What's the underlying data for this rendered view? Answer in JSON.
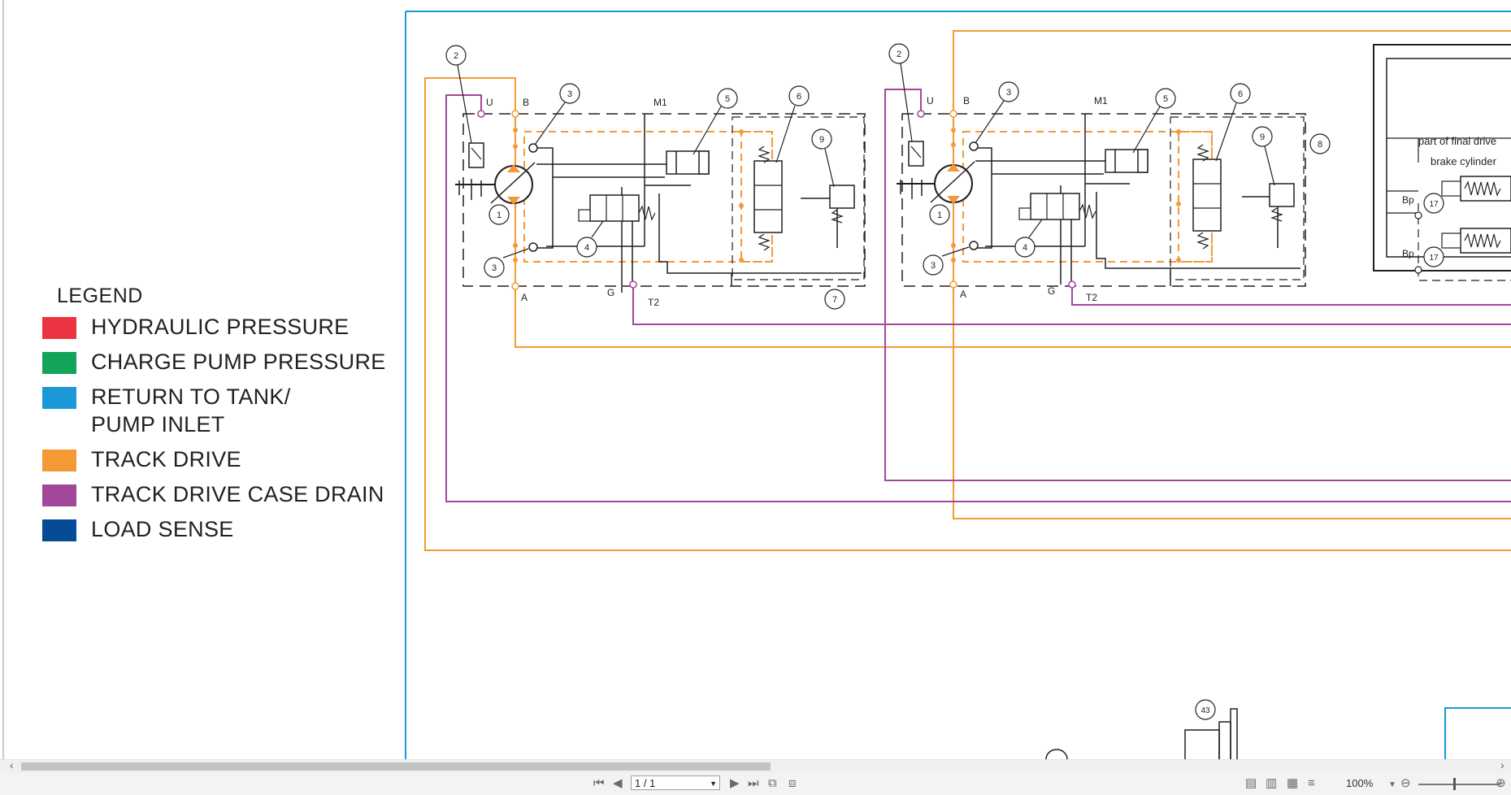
{
  "legend": {
    "title": "LEGEND",
    "items": [
      {
        "line1": "HYDRAULIC PRESSURE",
        "line2": "",
        "color": "#ec3341"
      },
      {
        "line1": "CHARGE PUMP PRESSURE",
        "line2": "",
        "color": "#12a45a"
      },
      {
        "line1": "RETURN TO TANK/",
        "line2": "PUMP INLET",
        "color": "#1a99d6"
      },
      {
        "line1": "TRACK DRIVE",
        "line2": "",
        "color": "#f39a36"
      },
      {
        "line1": "TRACK DRIVE CASE DRAIN",
        "line2": "",
        "color": "#a3479b"
      },
      {
        "line1": "LOAD SENSE",
        "line2": "",
        "color": "#064b96"
      }
    ]
  },
  "diagram": {
    "callouts": [
      "1",
      "2",
      "3",
      "4",
      "5",
      "6",
      "7",
      "8",
      "9",
      "17",
      "43"
    ],
    "ports": {
      "u": "U",
      "b": "B",
      "a": "A",
      "g": "G",
      "m1": "M1",
      "t2": "T2",
      "bp": "Bp"
    },
    "notes": {
      "final_drive": "part of final drive",
      "brake_cylinder": "brake cylinder"
    },
    "colors": {
      "track_drive": "#f39a36",
      "case_drain": "#a3479b",
      "return": "#1a99d6",
      "ink": "#231f20"
    }
  },
  "toolbar": {
    "page_indicator": "1 / 1",
    "zoom": "100%",
    "icons": [
      "first-page-icon",
      "previous-page-icon",
      "next-page-icon",
      "last-page-icon",
      "single-page-view-icon",
      "continuous-view-icon",
      "two-page-view-icon",
      "scroll-view-icon",
      "zoom-out-icon",
      "zoom-in-icon"
    ]
  }
}
